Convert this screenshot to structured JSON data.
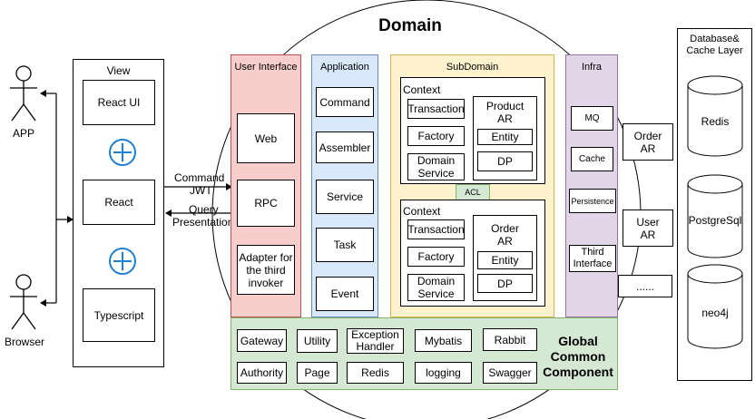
{
  "title": "Domain",
  "actors": {
    "app": "APP",
    "browser": "Browser"
  },
  "view": {
    "title": "View",
    "items": [
      "React UI",
      "React",
      "Typescript"
    ]
  },
  "flows": {
    "command": "Command",
    "jwt": "JWT",
    "query": "Query",
    "presentation": "Presentation"
  },
  "user_interface": {
    "title": "User Interface",
    "items": [
      "Web",
      "RPC",
      "Adapter for\nthe third\ninvoker"
    ]
  },
  "application": {
    "title": "Application",
    "items": [
      "Command",
      "Assembler",
      "Service",
      "Task",
      "Event"
    ]
  },
  "subdomain": {
    "title": "SubDomain",
    "acl": "ACL",
    "contexts": [
      {
        "title": "Context",
        "items": [
          "Transaction",
          "Factory",
          "Domain\nService"
        ],
        "ar_title": "Product\nAR",
        "ar_items": [
          "Entity",
          "DP"
        ]
      },
      {
        "title": "Context",
        "items": [
          "Transaction",
          "Factory",
          "Domain\nService"
        ],
        "ar_title": "Order\nAR",
        "ar_items": [
          "Entity",
          "DP"
        ]
      }
    ]
  },
  "infra": {
    "title": "Infra",
    "items": [
      "MQ",
      "Cache",
      "Persistence",
      "Third\nInterface"
    ]
  },
  "aggregates": [
    "Order\nAR",
    "User\nAR",
    "......"
  ],
  "database": {
    "title": "Database&\nCache Layer",
    "stores": [
      "Redis",
      "PostgreSql",
      "neo4j"
    ]
  },
  "common": {
    "title": "Global\nCommon\nComponent",
    "row1": [
      "Gateway",
      "Utility",
      "Exception\nHandler",
      "Mybatis",
      "Rabbit"
    ],
    "row2": [
      "Authority",
      "Page",
      "Redis",
      "logging",
      "Swagger"
    ]
  },
  "colors": {
    "user_interface": "#f8cecc",
    "user_interface_border": "#b85450",
    "application": "#dae8fc",
    "application_border": "#6c8ebf",
    "subdomain": "#fff2cc",
    "subdomain_border": "#d6b656",
    "infra": "#e1d5e7",
    "infra_border": "#9673a6",
    "common": "#d5e8d4",
    "common_border": "#82b366",
    "plus": "#1f7fd0"
  }
}
